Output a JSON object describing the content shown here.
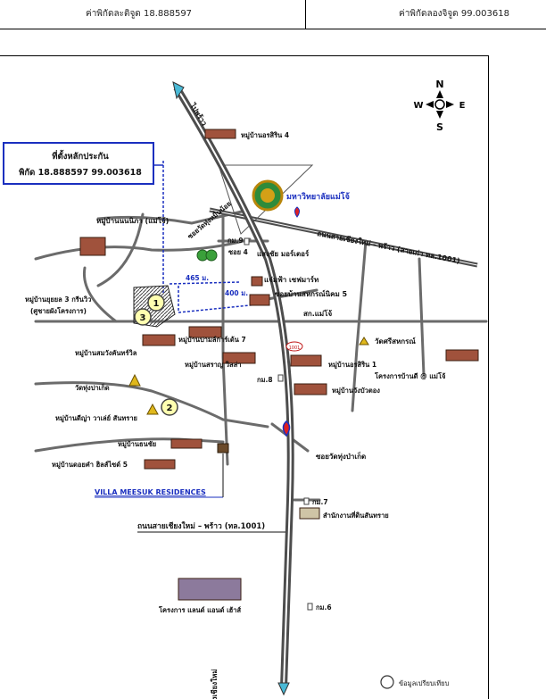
{
  "header": {
    "latitude_label": "ค่าพิกัดละติจูด 18.888597",
    "longitude_label": "ค่าพิกัดลองจิจูด 99.003618"
  },
  "callout": {
    "title": "ที่ตั้งหลักประกัน",
    "coords": "พิกัด 18.888597  99.003618"
  },
  "compass": {
    "n": "N",
    "s": "S",
    "e": "E",
    "w": "W"
  },
  "roads": {
    "to_phrao": "ไปพร้าว",
    "chiangmai_phrao_old": "ถนนสายเชียงใหม่ - พร้าว (สายเก่า ทล.1001)",
    "chiangmai_phrao": "ถนนสายเชียงใหม่ – พร้าว (ทล.1001)",
    "to_chiangmai": "เข้าเมืองเชียงใหม่",
    "soi_wat_thung_muen_noi": "ซอยวัดทุ่งหมื่นน้อย",
    "soi_ban_sahakorn": "ซอยบ้านสหกรณ์นิคม 5",
    "soi_wat_thung_pa_koet": "ซอยวัดทุ่งป่าเก็ด",
    "soi4": "ซอย 4"
  },
  "distances": {
    "d465": "465 ม.",
    "d400": "400 ม."
  },
  "km_markers": {
    "km9": "กม.9",
    "km8": "กม.8",
    "km7": "กม.7",
    "km6": "กม.6"
  },
  "places": {
    "moo_ban_orasirin4": "หมู่บ้านอรสิริน 4",
    "maejo_university": "มหาวิทยาลัยแม่โจ้",
    "moo_ban_nonnipa": "หมู่บ้านนนนิภา (แม่โจ้)",
    "saengchai_motor": "แสงชัย มอร์เตอร์",
    "chaeng_fa": "แจ่มฟ้า เซฟมาร์ท",
    "sokor_maejo": "สก.แม่โจ้",
    "wat_si_sahakorn": "วัดศรีสหกรณ์",
    "moo_ban_yuyen": "หมู่บ้านยุยยล 3 กรีนวิว",
    "moo_ban_yuyen_sub": "(ศูชายผังโครงการ)",
    "moo_ban_pam": "หมู่บ้านปามล์การ์เด้น 7",
    "moo_ban_somwang": "หมู่บ้านสมวังคันทร์วิล",
    "moo_ban_sarin_villa": "หมู่บ้านสราญ วิลล่า",
    "moo_ban_orasirin1": "หมู่บ้านอรสิริน 1",
    "project_bandee": "โครงการบ้านดี @ แม่โจ้",
    "wat_thung_pa_koet": "วัดทุ่งปาเก็ด",
    "moo_ban_wang_bua_tong": "หมู่บ้านวังบัวตอง",
    "moo_ban_dee_ya": "หมู่บ้านดีญ่า วาเล่ย์ สันทราย",
    "moo_ban_thanachai": "หมู่บ้านธนชัย",
    "moo_ban_doikham": "หมู่บ้านดอยคำ ฮิลส์ไซด์ 5",
    "villa_meesuk": "VILLA MEESUK RESIDENCES",
    "land_office": "สำนักงานที่ดินสันทราย",
    "land_and_house": "โครงการ แลนด์ แอนด์ เฮ้าส์"
  },
  "markers": {
    "m1": "1",
    "m2": "2",
    "m3": "3"
  },
  "shield": {
    "label": "1001"
  },
  "legend": {
    "compare": "ข้อมูลเปรียบเทียบ"
  },
  "colors": {
    "main_road": "#4d4d4d",
    "road": "#6b6b6b",
    "callout_border": "#1a2fbf",
    "blue_label": "#1a2fbf",
    "marker_fill": "#ffffb0",
    "subject_hatch": "#555555",
    "distance_line": "#1a2fbf"
  }
}
